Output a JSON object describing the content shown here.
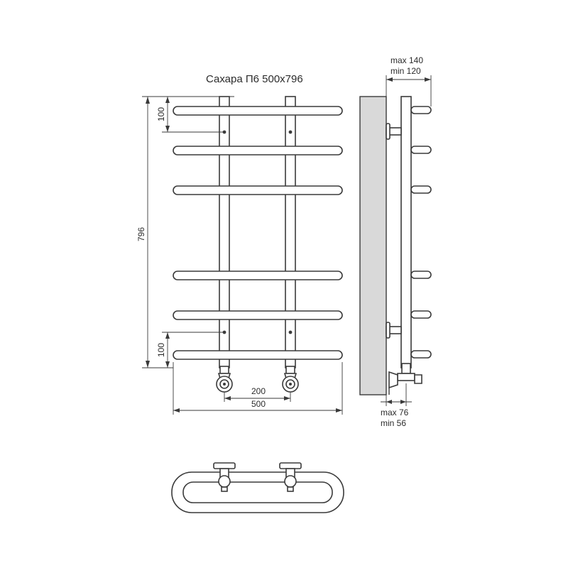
{
  "title": "Сахара П6 500x796",
  "dimensions": {
    "total_height": "796",
    "top_offset": "100",
    "bottom_offset": "100",
    "connection_spacing": "200",
    "total_width": "500",
    "wall_gap_max": "max 140",
    "wall_gap_min": "min 120",
    "connection_depth_max": "max 76",
    "connection_depth_min": "min 56"
  },
  "colors": {
    "line": "#3a3a3a",
    "wall": "#d9d9d9"
  }
}
